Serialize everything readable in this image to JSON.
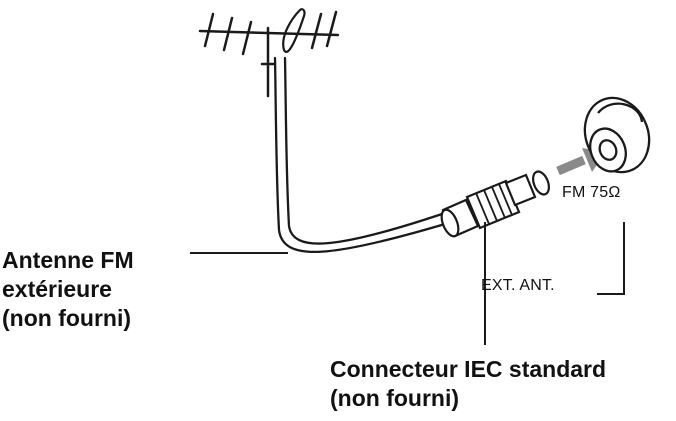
{
  "labels": {
    "antenna": [
      "Antenne FM",
      "extérieure",
      "(non fourni)"
    ],
    "connector": [
      "Connecteur IEC standard",
      "(non fourni)"
    ],
    "jack": "FM 75Ω",
    "ext_ant": "EXT. ANT."
  },
  "colors": {
    "line": "#1a1a1a",
    "arrow": "#8a8a8a",
    "text": "#111111"
  }
}
